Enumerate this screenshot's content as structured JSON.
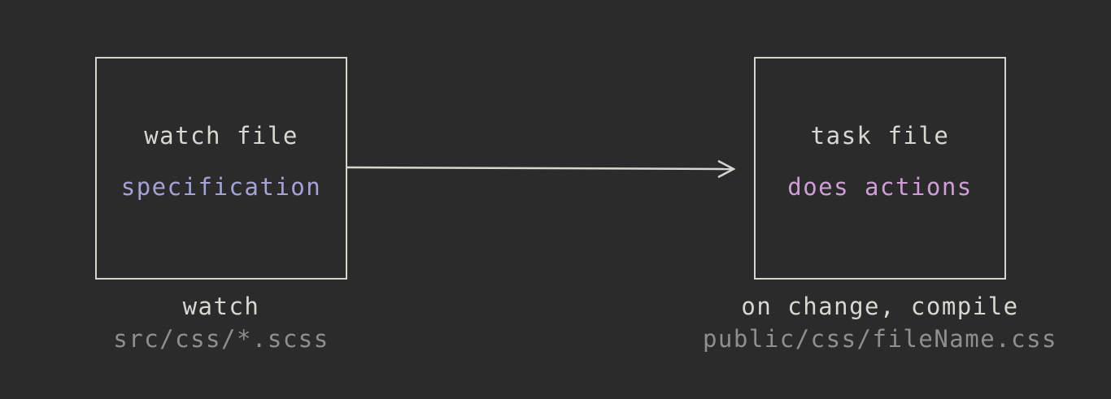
{
  "source_box": {
    "title": "watch file",
    "subtitle": "specification",
    "caption_line1": "watch",
    "caption_line2": "src/css/*.scss"
  },
  "target_box": {
    "title": "task file",
    "subtitle": "does actions",
    "caption_line1": "on change, compile",
    "caption_line2": "public/css/fileName.css"
  },
  "colors": {
    "background": "#2b2b2b",
    "stroke": "#d6d6d0",
    "text": "#d8d8d2",
    "source_subtitle": "#a5a2d6",
    "target_subtitle": "#cf9ed6",
    "path_text": "#8f8f8f"
  }
}
